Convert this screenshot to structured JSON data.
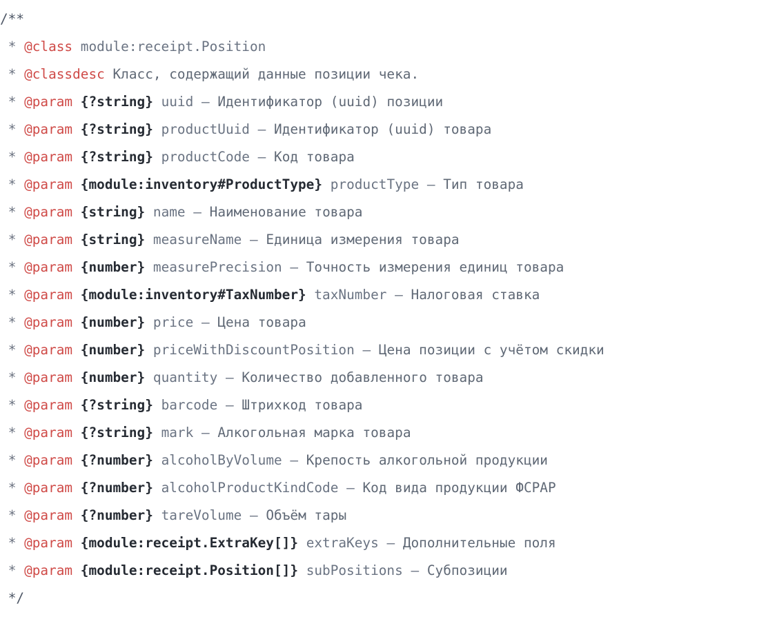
{
  "document": {
    "kind": "jsdoc-comment-block",
    "language": "JavaScript",
    "background_color": "#ffffff",
    "colors": {
      "delimiter": "#4e5766",
      "asterisk": "#6b7280",
      "tag": "#cf4a47",
      "type": "#262b33",
      "identifier": "#6a7382",
      "description": "#5f6875"
    },
    "open_delimiter": "/**",
    "close_delimiter": "*/",
    "asterisk": "*",
    "dash": "–",
    "lines": [
      {
        "type": "open",
        "text": "/**"
      },
      {
        "type": "tag",
        "tag": "@class",
        "annotation": "",
        "name": "module:receipt.Position",
        "dash": "",
        "description": ""
      },
      {
        "type": "tag",
        "tag": "@classdesc",
        "annotation": "",
        "name": "",
        "dash": "",
        "description": "Класс, содержащий данные позиции чека."
      },
      {
        "type": "tag",
        "tag": "@param",
        "annotation": "{?string}",
        "name": "uuid",
        "dash": "–",
        "description": "Идентификатор (uuid) позиции"
      },
      {
        "type": "tag",
        "tag": "@param",
        "annotation": "{?string}",
        "name": "productUuid",
        "dash": "–",
        "description": "Идентификатор (uuid) товара"
      },
      {
        "type": "tag",
        "tag": "@param",
        "annotation": "{?string}",
        "name": "productCode",
        "dash": "–",
        "description": "Код товара"
      },
      {
        "type": "tag",
        "tag": "@param",
        "annotation": "{module:inventory#ProductType}",
        "name": "productType",
        "dash": "–",
        "description": "Тип товара"
      },
      {
        "type": "tag",
        "tag": "@param",
        "annotation": "{string}",
        "name": "name",
        "dash": "–",
        "description": "Наименование товара"
      },
      {
        "type": "tag",
        "tag": "@param",
        "annotation": "{string}",
        "name": "measureName",
        "dash": "–",
        "description": "Единица измерения товара"
      },
      {
        "type": "tag",
        "tag": "@param",
        "annotation": "{number}",
        "name": "measurePrecision",
        "dash": "–",
        "description": "Точность измерения единиц товара"
      },
      {
        "type": "tag",
        "tag": "@param",
        "annotation": "{module:inventory#TaxNumber}",
        "name": "taxNumber",
        "dash": "–",
        "description": "Налоговая ставка"
      },
      {
        "type": "tag",
        "tag": "@param",
        "annotation": "{number}",
        "name": "price",
        "dash": "–",
        "description": "Цена товара"
      },
      {
        "type": "tag",
        "tag": "@param",
        "annotation": "{number}",
        "name": "priceWithDiscountPosition",
        "dash": "–",
        "description": "Цена позиции с учётом скидки"
      },
      {
        "type": "tag",
        "tag": "@param",
        "annotation": "{number}",
        "name": "quantity",
        "dash": "–",
        "description": "Количество добавленного товара"
      },
      {
        "type": "tag",
        "tag": "@param",
        "annotation": "{?string}",
        "name": "barcode",
        "dash": "–",
        "description": "Штрихкод товара"
      },
      {
        "type": "tag",
        "tag": "@param",
        "annotation": "{?string}",
        "name": "mark",
        "dash": "–",
        "description": "Алкогольная марка товара"
      },
      {
        "type": "tag",
        "tag": "@param",
        "annotation": "{?number}",
        "name": "alcoholByVolume",
        "dash": "–",
        "description": "Крепость алкогольной продукции"
      },
      {
        "type": "tag",
        "tag": "@param",
        "annotation": "{?number}",
        "name": "alcoholProductKindCode",
        "dash": "–",
        "description": "Код вида продукции ФСРАР"
      },
      {
        "type": "tag",
        "tag": "@param",
        "annotation": "{?number}",
        "name": "tareVolume",
        "dash": "–",
        "description": "Объём тары"
      },
      {
        "type": "tag",
        "tag": "@param",
        "annotation": "{module:receipt.ExtraKey[]}",
        "name": "extraKeys",
        "dash": "–",
        "description": "Дополнительные поля"
      },
      {
        "type": "tag",
        "tag": "@param",
        "annotation": "{module:receipt.Position[]}",
        "name": "subPositions",
        "dash": "–",
        "description": "Субпозиции"
      },
      {
        "type": "close",
        "text": "*/"
      }
    ]
  }
}
